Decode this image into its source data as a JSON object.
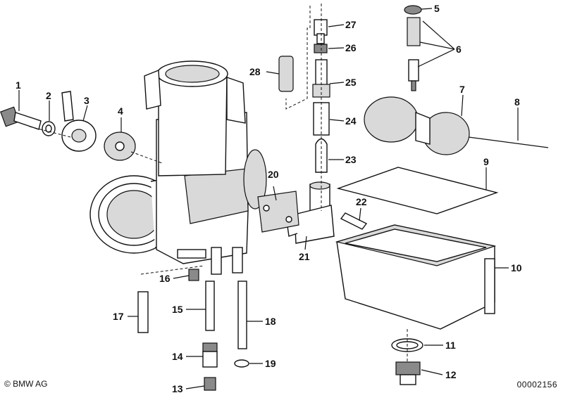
{
  "diagram": {
    "parts": [
      {
        "id": "1",
        "label": "1"
      },
      {
        "id": "2",
        "label": "2"
      },
      {
        "id": "3",
        "label": "3"
      },
      {
        "id": "4",
        "label": "4"
      },
      {
        "id": "5",
        "label": "5"
      },
      {
        "id": "6",
        "label": "6"
      },
      {
        "id": "7",
        "label": "7"
      },
      {
        "id": "8",
        "label": "8"
      },
      {
        "id": "9",
        "label": "9"
      },
      {
        "id": "10",
        "label": "10"
      },
      {
        "id": "11",
        "label": "11"
      },
      {
        "id": "12",
        "label": "12"
      },
      {
        "id": "13",
        "label": "13"
      },
      {
        "id": "14",
        "label": "14"
      },
      {
        "id": "15",
        "label": "15"
      },
      {
        "id": "16",
        "label": "16"
      },
      {
        "id": "17",
        "label": "17"
      },
      {
        "id": "18",
        "label": "18"
      },
      {
        "id": "19",
        "label": "19"
      },
      {
        "id": "20",
        "label": "20"
      },
      {
        "id": "21",
        "label": "21"
      },
      {
        "id": "22",
        "label": "22"
      },
      {
        "id": "23",
        "label": "23"
      },
      {
        "id": "24",
        "label": "24"
      },
      {
        "id": "25",
        "label": "25"
      },
      {
        "id": "26",
        "label": "26"
      },
      {
        "id": "27",
        "label": "27"
      },
      {
        "id": "28",
        "label": "28"
      }
    ]
  },
  "footer": {
    "copyright": "© BMW AG",
    "drawing_number": "00002156"
  }
}
